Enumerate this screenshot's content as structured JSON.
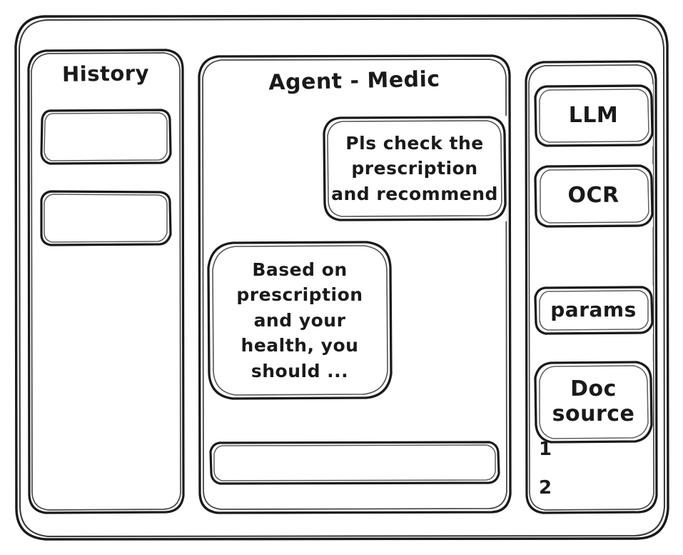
{
  "window": {
    "name": "agent-medic-wireframe"
  },
  "history": {
    "title": "History",
    "items": [
      {
        "label": ""
      },
      {
        "label": ""
      }
    ]
  },
  "main": {
    "title": "Agent - Medic",
    "messages": [
      {
        "role": "user",
        "lines": [
          "Pls check the",
          "prescription",
          "and recommend"
        ],
        "text": "Pls check the prescription and recommend"
      },
      {
        "role": "agent",
        "lines": [
          "Based on",
          "prescription",
          "and your",
          "health, you",
          "should ..."
        ],
        "text": "Based on prescription and your health, you should ..."
      }
    ],
    "composer": {
      "value": "",
      "placeholder": ""
    }
  },
  "tools": {
    "buttons": [
      {
        "label": "LLM"
      },
      {
        "label": "OCR"
      },
      {
        "label": "params"
      },
      {
        "label": "Doc source",
        "lines": [
          "Doc",
          "source"
        ]
      }
    ],
    "doc_source_items": [
      {
        "label": "1"
      },
      {
        "label": "2"
      }
    ]
  },
  "colors": {
    "stroke": "#1a1a1a",
    "background": "#ffffff"
  }
}
